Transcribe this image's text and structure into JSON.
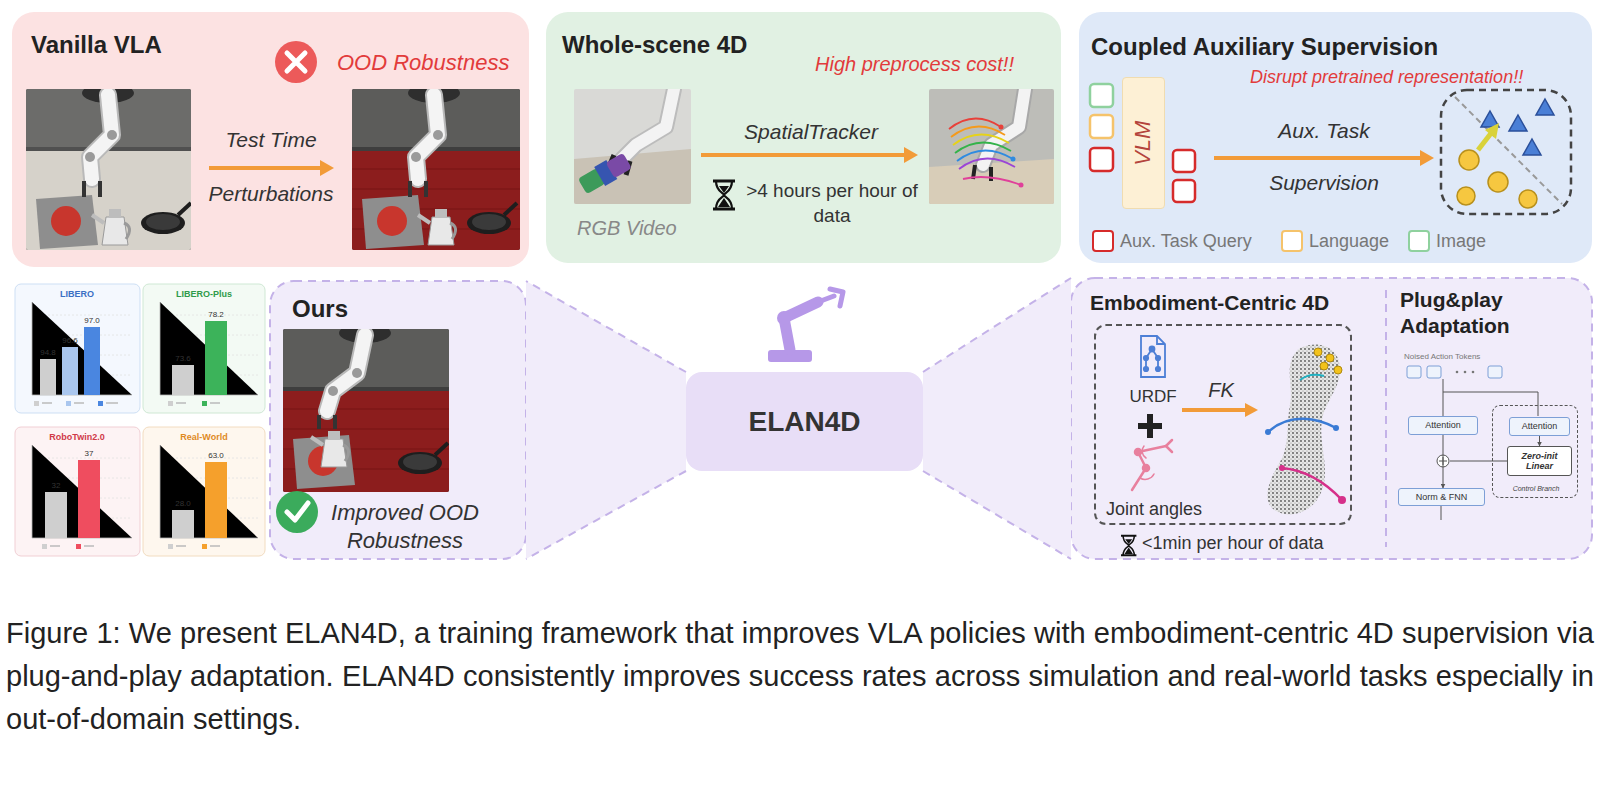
{
  "diagram": {
    "caption": "Figure 1: We present ELAN4D, a training framework that improves VLA policies with embodiment-centric 4D supervision via plug-and-play adaptation. ELAN4D consistently improves success rates across simulation and real-world tasks especially in out-of-domain settings.",
    "nodes": [
      {
        "text": [
          "Vanilla VLA",
          "OOD Robustness",
          "Test Time Perturbations"
        ]
      },
      {
        "text": [
          "Whole-scene 4D",
          "High preprocess cost!!",
          "SpatialTracker",
          "RGB Video",
          ">4 hours per hour of data"
        ]
      },
      {
        "text": [
          "Coupled Auxiliary Supervision",
          "Disrupt pretrained representation!!",
          "Aux. Task Supervision"
        ]
      },
      {
        "text": [
          "VLM"
        ],
        "in": 2
      },
      {
        "text": [
          "LIBERO",
          "94.8",
          "96.6",
          "97.0"
        ]
      },
      {
        "text": [
          "LIBERO-Plus",
          "73.6",
          "78.2"
        ]
      },
      {
        "text": [
          "RoboTwin2.0",
          "32",
          "37"
        ]
      },
      {
        "text": [
          "Real-World",
          "28.0",
          "63.0"
        ]
      },
      {
        "text": [
          "Ours",
          "Improved OOD Robustness"
        ]
      },
      {
        "text": [
          "ELAN4D"
        ]
      },
      {
        "text": [
          "Embodiment-Centric 4D",
          "<1min per hour of data"
        ]
      },
      {
        "text": [
          "URDF",
          "FK",
          "Joint angles"
        ],
        "in": 10
      },
      {
        "text": [
          "Plug&play Adaptation",
          "Noised Action Tokens"
        ]
      },
      {
        "text": [
          "Attention"
        ],
        "in": 12
      },
      {
        "text": [
          "Control Branch"
        ],
        "in": 12
      },
      {
        "text": [
          "Attention"
        ],
        "in": 14
      },
      {
        "text": [
          "Zero-init Linear"
        ],
        "in": 14
      },
      {
        "text": [
          "Norm & FNN"
        ],
        "in": 12
      }
    ],
    "edges": [
      {
        "from": 9,
        "to": 8,
        "arrow": "none"
      },
      {
        "from": 9,
        "to": 10,
        "arrow": "none"
      },
      {
        "from": 13,
        "to": 17,
        "arrow": "to"
      },
      {
        "from": 15,
        "to": 16,
        "arrow": "to"
      }
    ],
    "legend": [
      {
        "text": "Aux. Task Query",
        "color": "#d62b2b"
      },
      {
        "text": "Language",
        "color": "#f5c36b"
      },
      {
        "text": "Image",
        "color": "#8fd19e"
      }
    ]
  }
}
